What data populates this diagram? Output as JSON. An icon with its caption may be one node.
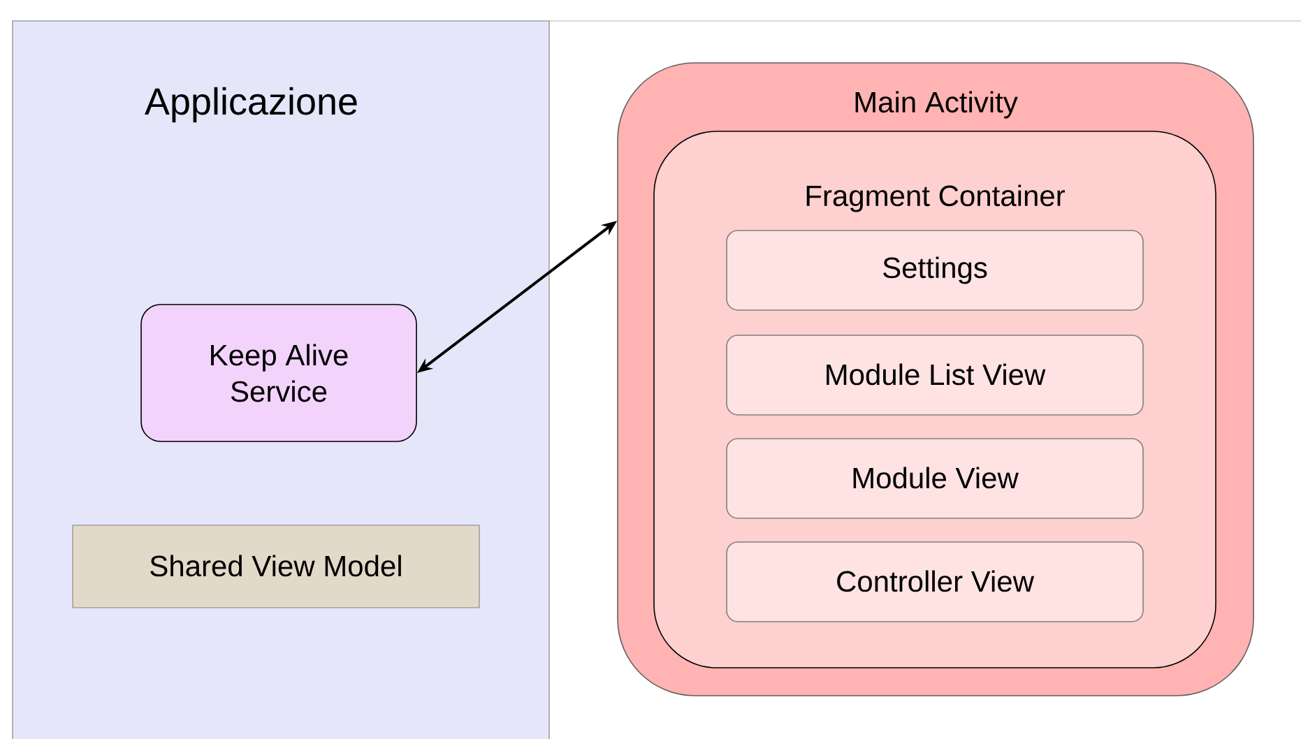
{
  "diagram": {
    "nodes": [
      {
        "text": [
          "Applicazione"
        ]
      },
      {
        "text": [
          "Keep Alive Service"
        ],
        "in": 0
      },
      {
        "text": [
          "Shared View Model"
        ],
        "in": 0
      },
      {
        "text": [
          "Main Activity"
        ]
      },
      {
        "text": [
          "Fragment Container"
        ],
        "in": 3
      },
      {
        "text": [
          "Settings"
        ],
        "in": 4
      },
      {
        "text": [
          "Module List View"
        ],
        "in": 4
      },
      {
        "text": [
          "Module View"
        ],
        "in": 4
      },
      {
        "text": [
          "Controller View"
        ],
        "in": 4
      }
    ],
    "edges": [
      {
        "from": 1,
        "to": 3,
        "arrow": "both"
      }
    ]
  }
}
